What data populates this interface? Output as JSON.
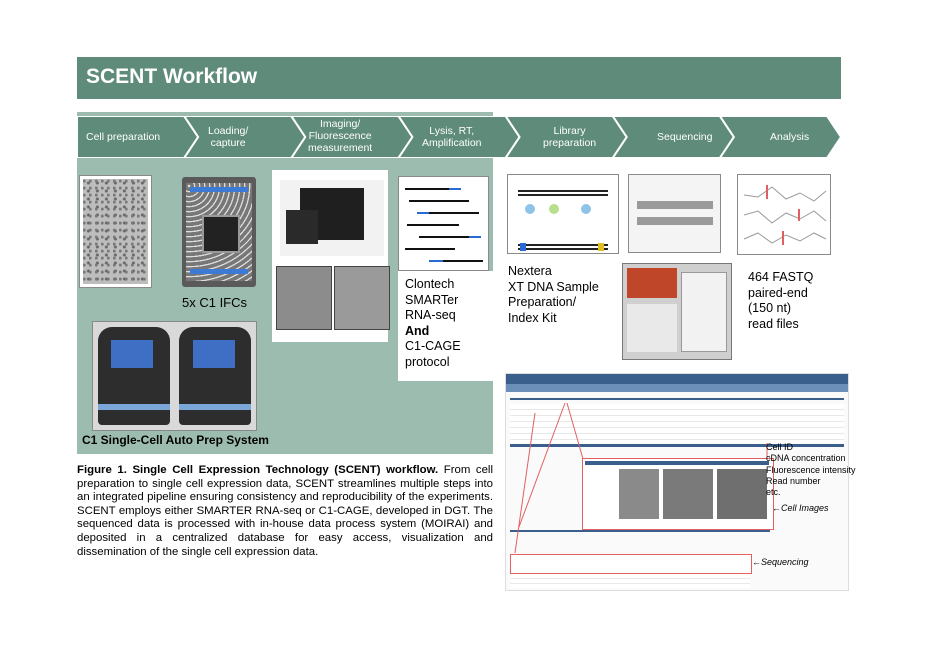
{
  "title": "SCENT Workflow",
  "colors": {
    "title_bg": "#5f8b7a",
    "arrow_fill": "#5f8b7a",
    "panel_bg": "#9cbcb0",
    "annotation_red": "#e06060"
  },
  "steps": [
    {
      "label": "Cell preparation"
    },
    {
      "label": "Loading/\ncapture"
    },
    {
      "label": "Imaging/\nFluorescence\nmeasurement"
    },
    {
      "label": "Lysis, RT,\nAmplification"
    },
    {
      "label": "Library\npreparation"
    },
    {
      "label": "Sequencing"
    },
    {
      "label": "Analysis"
    }
  ],
  "labels": {
    "ifc": "5x C1 IFCs",
    "c1_system": "C1 Single-Cell Auto Prep System",
    "clontech": "Clontech\nSMARTer\nRNA-seq",
    "and": "And",
    "c1cage": "C1-CAGE\nprotocol",
    "nextera": "Nextera\nXT DNA Sample\nPreparation/\nIndex Kit",
    "fastq": "464 FASTQ\npaired-end\n(150 nt)\nread files"
  },
  "database_annotations": {
    "fields": "Cell ID\ncDNA concentration\nFluorescence intensity\nRead number\netc.",
    "cell_images": "Cell Images",
    "sequencing": "Sequencing"
  },
  "caption": {
    "bold": "Figure 1. Single Cell Expression Technology (SCENT) workflow.",
    "text": " From cell preparation to single cell expression data, SCENT streamlines multiple steps into an integrated pipeline ensuring consistency and reproducibility of the experiments. SCENT employs either SMARTER RNA-seq or C1-CAGE, developed in DGT. The sequenced data is processed with in-house data process system (MOIRAI) and deposited in a centralized database for easy access, visualization and dissemination of the single cell expression data."
  }
}
